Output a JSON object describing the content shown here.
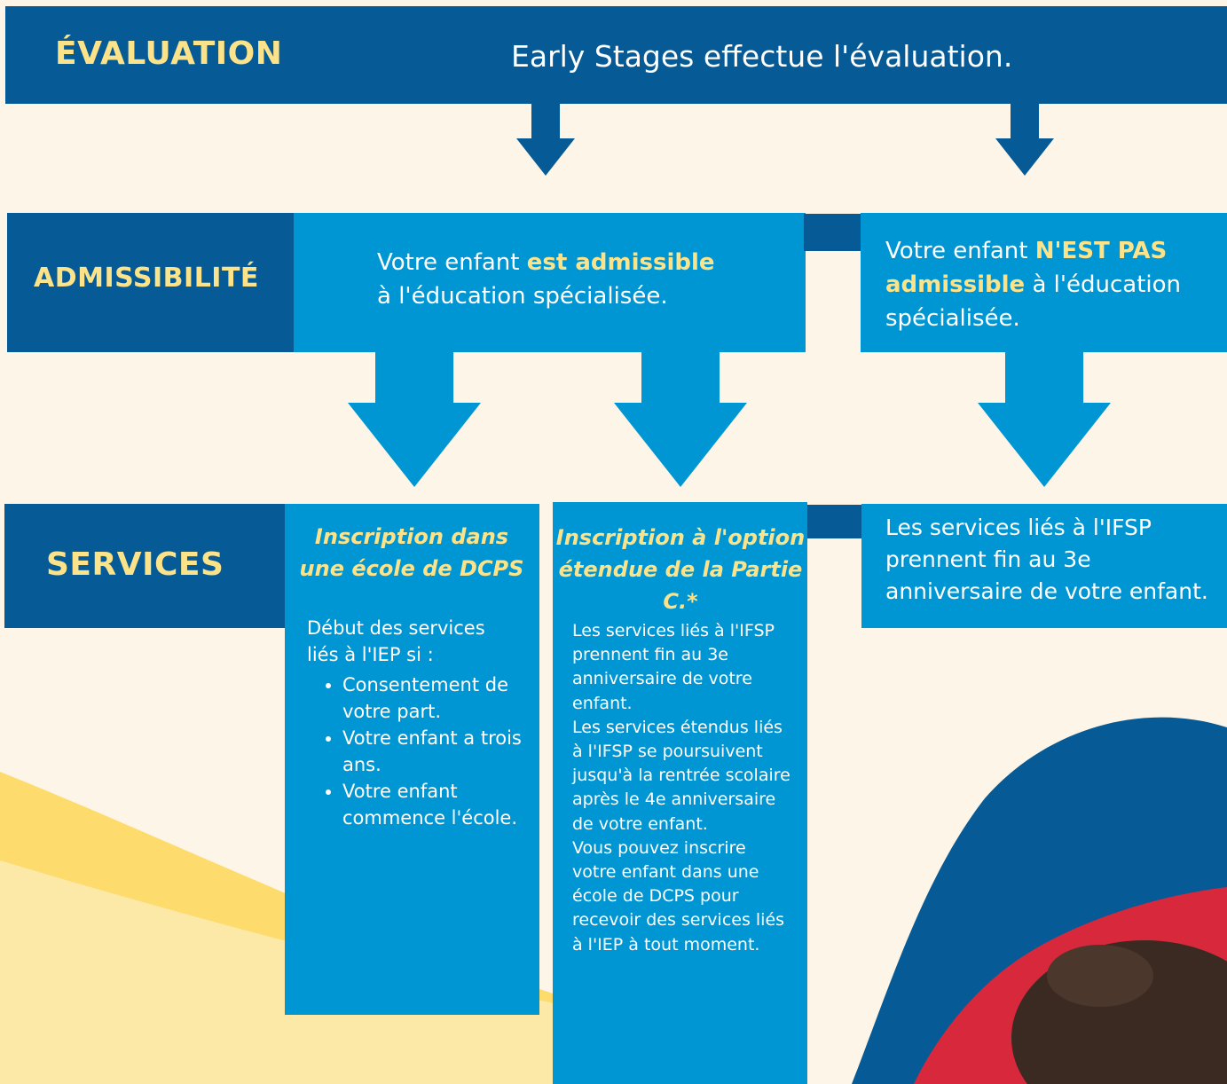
{
  "colors": {
    "dark_blue": "#065A96",
    "light_blue": "#0096D3",
    "yellow": "#FCE38A",
    "cream": "#FDF6E8"
  },
  "evaluation": {
    "label": "ÉVALUATION",
    "text": "Early Stages effectue l'évaluation."
  },
  "admissibility": {
    "label": "ADMISSIBILITÉ",
    "eligible": {
      "prefix": "Votre enfant ",
      "highlight": "est admissible",
      "suffix": "à l'éducation spécialisée."
    },
    "not_eligible": {
      "prefix": "Votre enfant ",
      "highlight": "N'EST PAS admissible",
      "suffix": " à l'éducation spécialisée."
    }
  },
  "services": {
    "label": "SERVICES",
    "dcps": {
      "title": "Inscription dans une école de DCPS",
      "intro": "Début des services liés à l'IEP si :",
      "bullets": [
        "Consentement de votre part.",
        "Votre enfant a trois ans.",
        "Votre enfant commence l'école."
      ]
    },
    "extended": {
      "title": "Inscription à l'option étendue de la Partie C.*",
      "paragraphs": [
        "Les services liés à l'IFSP prennent fin au 3e anniversaire de votre enfant.",
        "Les services étendus liés à l'IFSP se poursuivent jusqu'à la rentrée scolaire après le 4e anniversaire de votre enfant.",
        "Vous pouvez inscrire votre enfant dans une école de DCPS pour recevoir des services liés à l'IEP à tout moment."
      ]
    },
    "ifsp_end": {
      "text": "Les services liés à l'IFSP prennent fin au 3e anniversaire de votre enfant."
    }
  }
}
